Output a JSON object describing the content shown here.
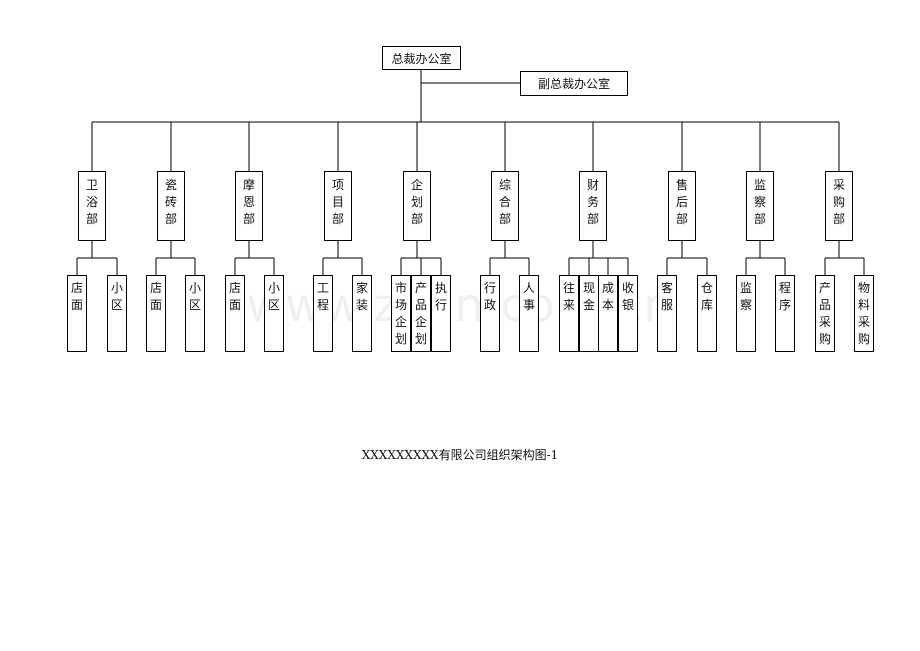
{
  "watermark": "www.zixin.com.cn",
  "top": {
    "label": "总裁办公室"
  },
  "deputy": {
    "label": "副总裁办公室"
  },
  "departments": [
    {
      "label": "卫浴部",
      "subs": [
        "店面",
        "小区"
      ]
    },
    {
      "label": "瓷砖部",
      "subs": [
        "店面",
        "小区"
      ]
    },
    {
      "label": "摩恩部",
      "subs": [
        "店面",
        "小区"
      ]
    },
    {
      "label": "项目部",
      "subs": [
        "工程",
        "家装"
      ]
    },
    {
      "label": "企划部",
      "subs": [
        "市场企划",
        "产品企划",
        "执行"
      ]
    },
    {
      "label": "综合部",
      "subs": [
        "行政",
        "人事"
      ]
    },
    {
      "label": "财务部",
      "subs": [
        "往来",
        "现金",
        "成本",
        "收银"
      ]
    },
    {
      "label": "售后部",
      "subs": [
        "客服",
        "仓库"
      ]
    },
    {
      "label": "监察部",
      "subs": [
        "监察",
        "程序"
      ]
    },
    {
      "label": "采购部",
      "subs": [
        "产品采购",
        "物料采购"
      ]
    }
  ],
  "caption": "XXXXXXXXX有限公司组织架构图-1"
}
